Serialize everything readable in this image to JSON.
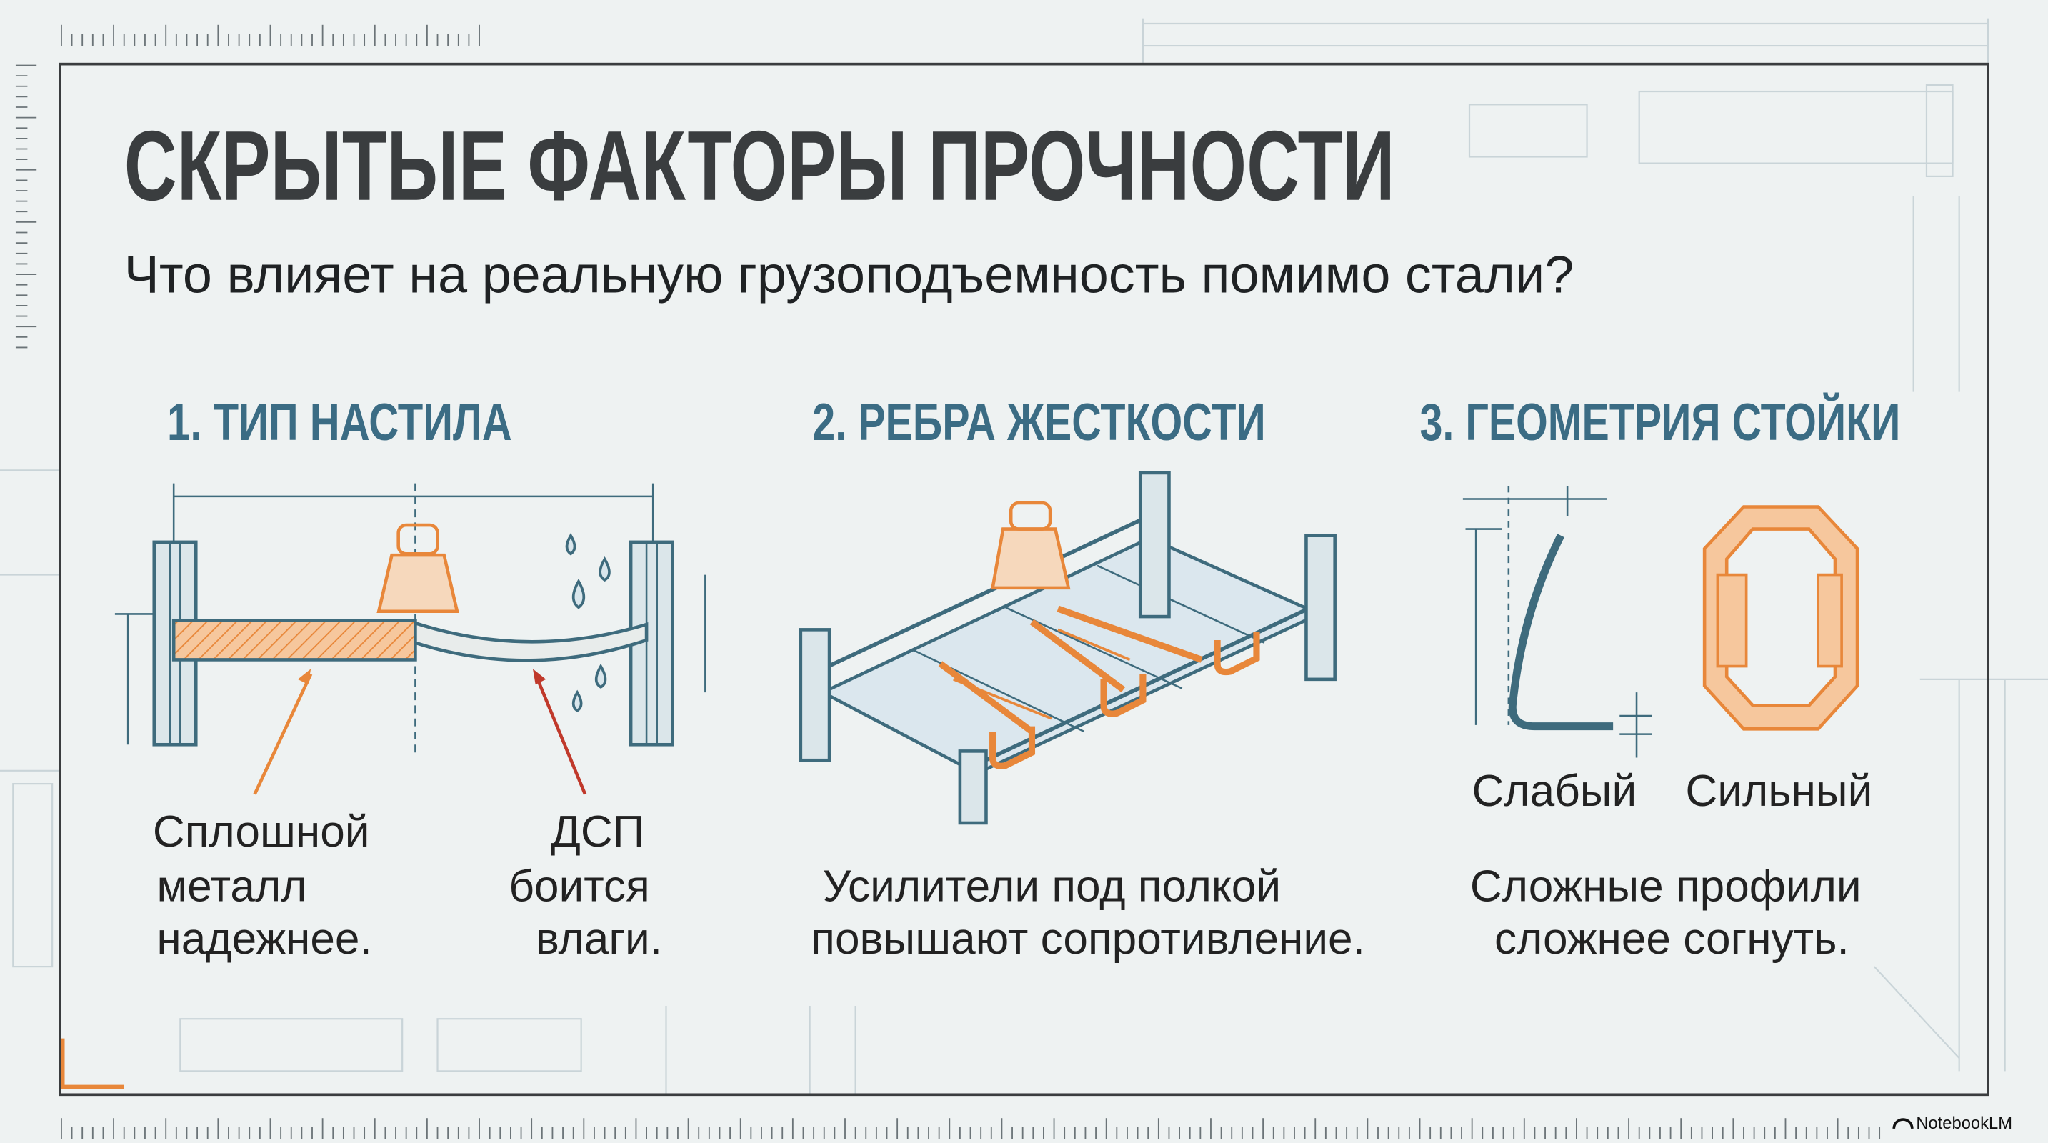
{
  "title": "СКРЫТЫЕ ФАКТОРЫ ПРОЧНОСТИ",
  "subtitle": "Что влияет на реальную грузоподъемность помимо стали?",
  "sections": [
    {
      "heading": "1. ТИП НАСТИЛА",
      "labels": {
        "left": [
          "Сплошной",
          "металл",
          "надежнее."
        ],
        "right": [
          "ДСП",
          "боится",
          "влаги."
        ]
      }
    },
    {
      "heading": "2. РЕБРА ЖЕСТКОСТИ",
      "caption": [
        "Усилители под полкой",
        "повышают сопротивление."
      ]
    },
    {
      "heading": "3. ГЕОМЕТРИЯ СТОЙКИ",
      "weak_label": "Слабый",
      "strong_label": "Сильный",
      "caption": [
        "Сложные профили",
        "сложнее согнуть."
      ]
    }
  ],
  "watermark": "NotebookLM",
  "colors": {
    "accent": "#e8873a",
    "line": "#3e6b7d",
    "heading": "#3b6c84",
    "background": "#eef2f2"
  }
}
